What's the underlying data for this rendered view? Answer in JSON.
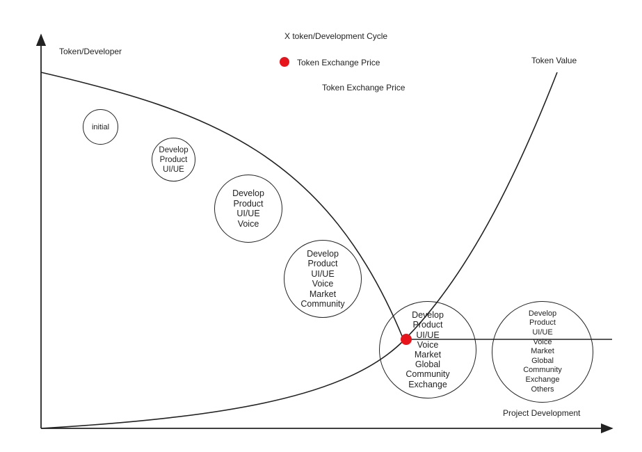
{
  "title": "X token/Development Cycle",
  "legend": {
    "marker_label": "Token Exchange Price",
    "marker_color": "#e8141c"
  },
  "subtitle": "Token Exchange Price",
  "axes": {
    "y_label": "Token/Developer",
    "x_label": "Project Development"
  },
  "curves": {
    "token_value_label": "Token Value"
  },
  "stages": [
    {
      "lines": [
        "initial"
      ]
    },
    {
      "lines": [
        "Develop",
        "Product",
        "UI/UE"
      ]
    },
    {
      "lines": [
        "Develop",
        "Product",
        "UI/UE",
        "Voice"
      ]
    },
    {
      "lines": [
        "Develop",
        "Product",
        "UI/UE",
        "Voice",
        "Market",
        "Community"
      ]
    },
    {
      "lines": [
        "Develop",
        "Product",
        "UI/UE",
        "Voice",
        "Market",
        "Global",
        "Community",
        "Exchange"
      ]
    },
    {
      "lines": [
        "Develop",
        "Product",
        "UI/UE",
        "Voice",
        "Market",
        "Global",
        "Community",
        "Exchange",
        "Others"
      ]
    }
  ],
  "colors": {
    "line": "#222222",
    "marker": "#e8141c"
  }
}
